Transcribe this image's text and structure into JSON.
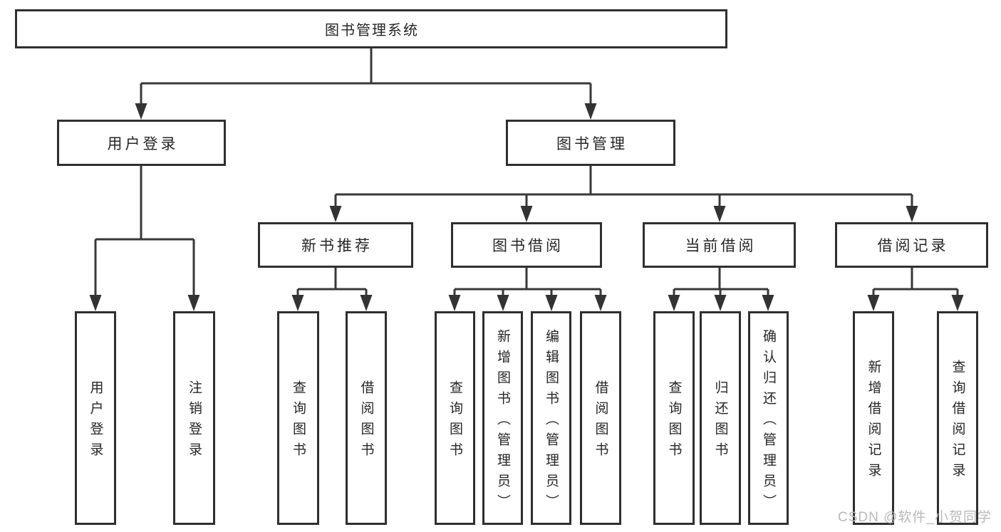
{
  "tree": {
    "root": {
      "label": "图书管理系统"
    },
    "login_branch": {
      "label": "用户登录",
      "children": [
        {
          "label": "用户登录"
        },
        {
          "label": "注销登录"
        }
      ]
    },
    "manage_branch": {
      "label": "图书管理",
      "sections": [
        {
          "label": "新书推荐",
          "children": [
            {
              "label": "查询图书"
            },
            {
              "label": "借阅图书"
            }
          ]
        },
        {
          "label": "图书借阅",
          "children": [
            {
              "label": "查询图书"
            },
            {
              "label": "新增图书（管理员）"
            },
            {
              "label": "编辑图书（管理员）"
            },
            {
              "label": "借阅图书"
            }
          ]
        },
        {
          "label": "当前借阅",
          "children": [
            {
              "label": "查询图书"
            },
            {
              "label": "归还图书"
            },
            {
              "label": "确认归还（管理员）"
            }
          ]
        },
        {
          "label": "借阅记录",
          "children": [
            {
              "label": "新增借阅记录"
            },
            {
              "label": "查询借阅记录"
            }
          ]
        }
      ]
    }
  },
  "watermark": {
    "text": "CSDN @软件_小贺同学",
    "color": "#b9b9b9"
  },
  "colors": {
    "line": "#383838",
    "box_border": "#2f2f2f",
    "text": "#262626",
    "background": "#ffffff"
  }
}
